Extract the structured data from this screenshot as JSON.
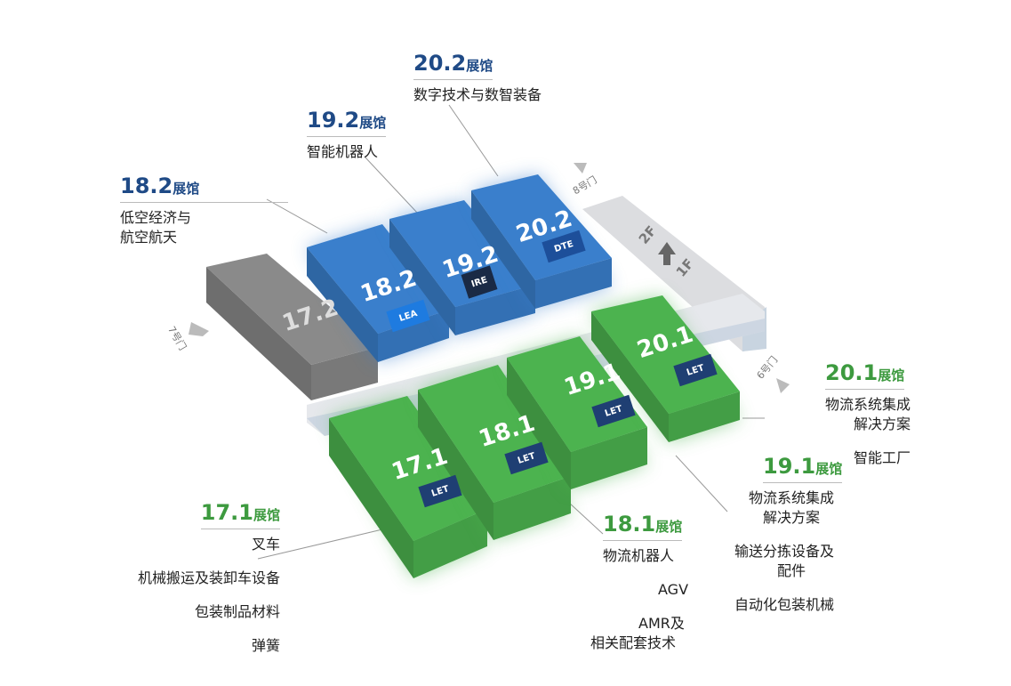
{
  "halls_upper": [
    {
      "id": "18.2",
      "suffix": "展馆",
      "items": [
        "低空经济与",
        "航空航天"
      ],
      "logo": "LEA"
    },
    {
      "id": "19.2",
      "suffix": "展馆",
      "items": [
        "智能机器人"
      ],
      "logo": "IRE"
    },
    {
      "id": "20.2",
      "suffix": "展馆",
      "items": [
        "数字技术与数智装备"
      ],
      "logo": "DTE"
    }
  ],
  "halls_lower": [
    {
      "id": "17.1",
      "suffix": "展馆",
      "items": [
        "叉车",
        "机械搬运及装卸车设备",
        "包装制品材料",
        "弹簧"
      ],
      "logo": "LET"
    },
    {
      "id": "18.1",
      "suffix": "展馆",
      "items": [
        "物流机器人",
        "AGV",
        "AMR及",
        "相关配套技术"
      ],
      "logo": "LET"
    },
    {
      "id": "19.1",
      "suffix": "展馆",
      "items": [
        "物流系统集成",
        "解决方案",
        "输送分拣设备及",
        "配件",
        "自动化包装机械"
      ],
      "logo": "LET"
    },
    {
      "id": "20.1",
      "suffix": "展馆",
      "items": [
        "物流系统集成",
        "解决方案",
        "智能工厂"
      ],
      "logo": "LET"
    }
  ],
  "other_hall": "17.2",
  "gates": {
    "g7": "7号门",
    "g8": "8号门",
    "g6": "6号门"
  },
  "floors": {
    "upper": "2F",
    "lower": "1F"
  },
  "colors": {
    "blue": "#3a7fcc",
    "green": "#4cb34f",
    "gray": "#8a8a8a",
    "navy": "#1f4a86",
    "text_green": "#3d9a3f"
  }
}
